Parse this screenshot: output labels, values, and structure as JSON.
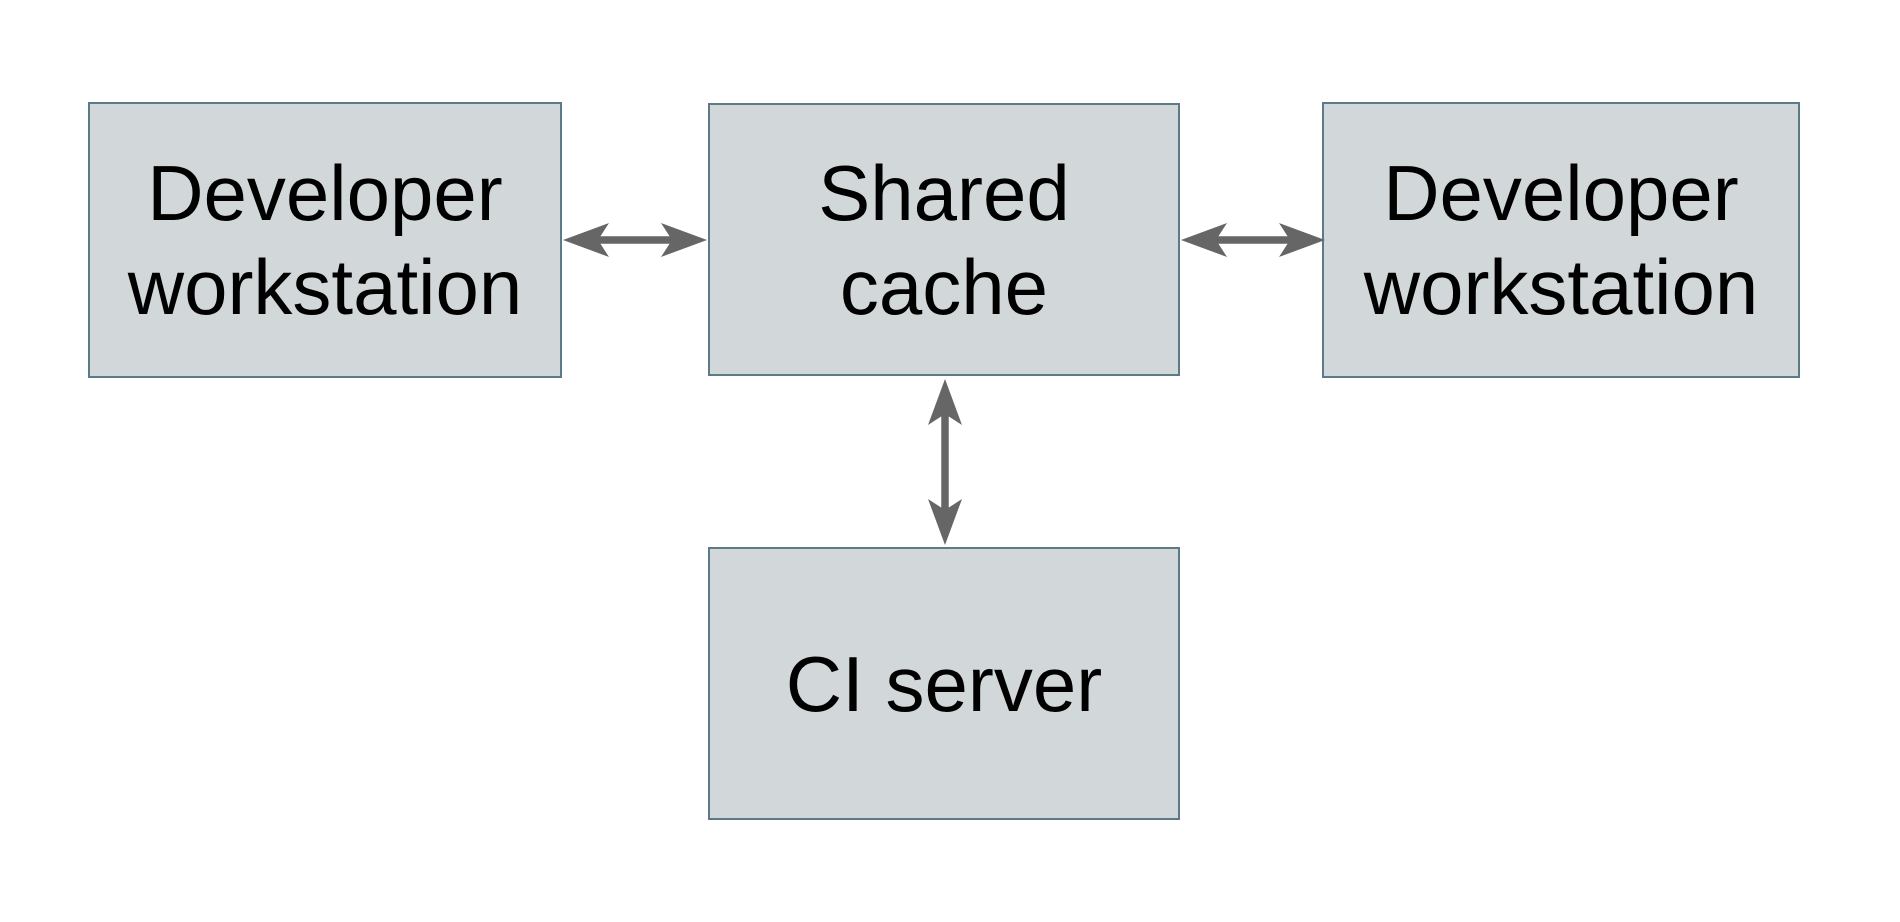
{
  "diagram": {
    "colors": {
      "background": "#ffffff",
      "node-fill": "#d2d8da",
      "node-border": "#5d7a88",
      "arrow-color": "#666666",
      "text-color": "#000000"
    },
    "nodes": [
      {
        "id": "developer-workstation-left",
        "label": "Developer workstation",
        "line1": "Developer",
        "line2": "workstation"
      },
      {
        "id": "shared-cache",
        "label": "Shared cache",
        "line1": "Shared",
        "line2": "cache"
      },
      {
        "id": "developer-workstation-right",
        "label": "Developer workstation",
        "line1": "Developer",
        "line2": "workstation"
      },
      {
        "id": "ci-server",
        "label": "CI server",
        "line1": "CI server"
      }
    ],
    "edges": [
      {
        "from": "developer-workstation-left",
        "to": "shared-cache",
        "style": "double-headed-arrow"
      },
      {
        "from": "shared-cache",
        "to": "developer-workstation-right",
        "style": "double-headed-arrow"
      },
      {
        "from": "shared-cache",
        "to": "ci-server",
        "style": "double-headed-arrow"
      }
    ]
  }
}
